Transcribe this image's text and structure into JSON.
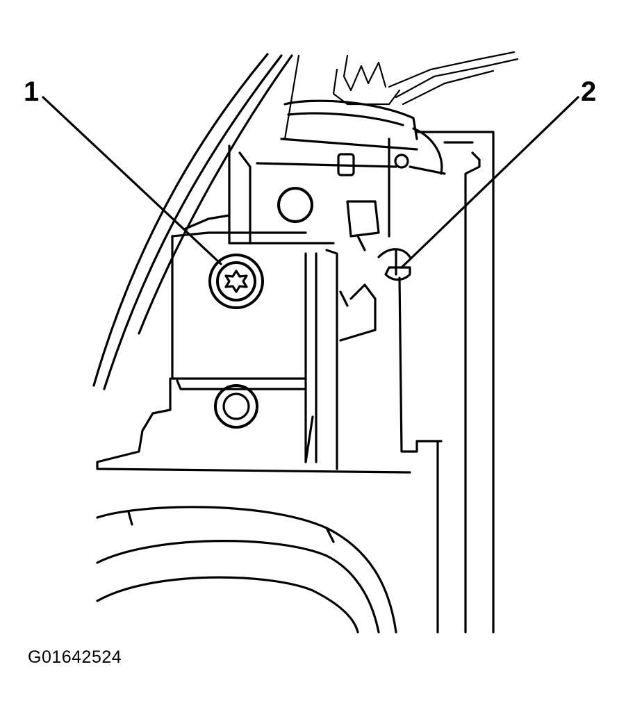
{
  "callouts": {
    "one": "1",
    "two": "2"
  },
  "figure_id": "G01642524"
}
